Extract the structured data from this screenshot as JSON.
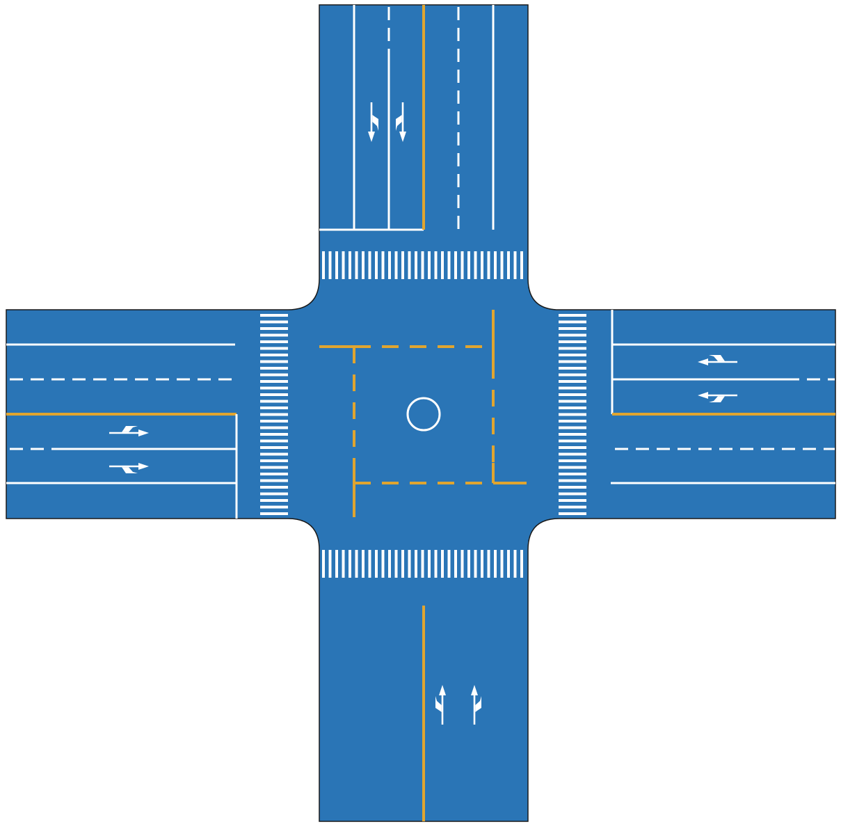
{
  "diagram": {
    "type": "intersection-plan",
    "colors": {
      "background": "#ffffff",
      "road": "#2a75b6",
      "edge": "#1a1a1a",
      "white_marking": "#ffffff",
      "yellow_marking": "#e0a530"
    },
    "approaches": [
      {
        "side": "north",
        "arrow_icons": [
          "left-straight-arrow-icon",
          "straight-right-arrow-icon"
        ]
      },
      {
        "side": "south",
        "arrow_icons": [
          "straight-left-arrow-icon",
          "straight-right-arrow-icon"
        ]
      },
      {
        "side": "west",
        "arrow_icons": [
          "straight-left-arrow-icon",
          "straight-right-arrow-icon"
        ]
      },
      {
        "side": "east",
        "arrow_icons": [
          "straight-right-arrow-icon",
          "straight-left-arrow-icon"
        ]
      }
    ],
    "center_icon": "circle-icon",
    "crosswalks": [
      "north",
      "south",
      "west",
      "east"
    ]
  }
}
